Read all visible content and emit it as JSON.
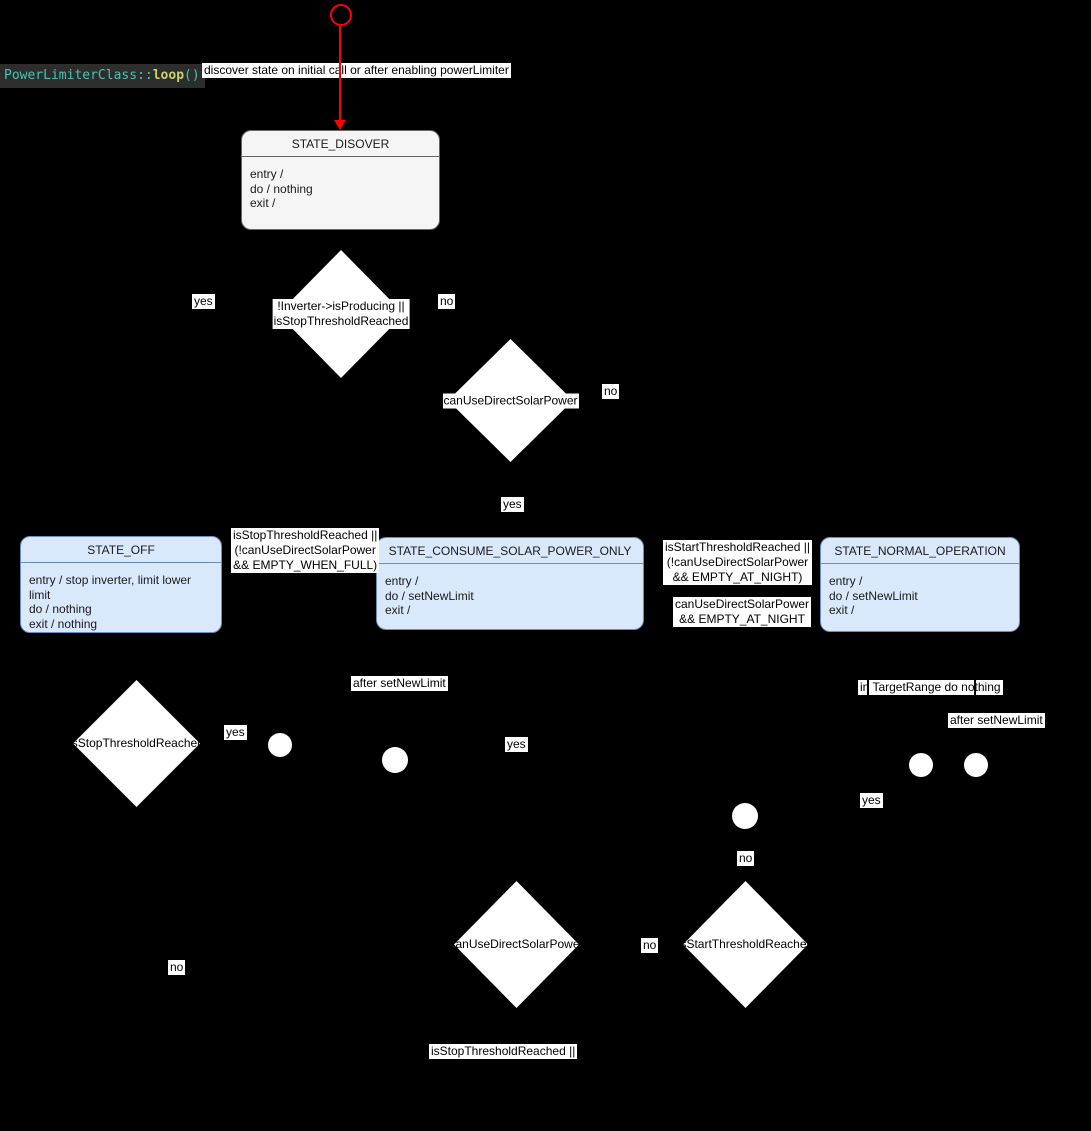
{
  "colors": {
    "diagram_bg": "#000000",
    "label_bg": "#ffffff",
    "initial_red": "#ff0000",
    "state_blue_bg": "#dae8fc",
    "state_blue_border": "#6c8ebf",
    "state_gray_bg": "#f5f5f5",
    "state_gray_border": "#666666",
    "code_bg": "#2d2d2d",
    "code_class": "#45c6b2",
    "code_method": "#c9d36b"
  },
  "code_label": {
    "class_name": "PowerLimiterClass",
    "separator": "::",
    "method_name": "loop",
    "parens": "()"
  },
  "states": [
    {
      "title": "STATE_DISOVER",
      "lines": [
        "entry /",
        "do / nothing",
        "exit /"
      ]
    },
    {
      "title": "STATE_OFF",
      "lines": [
        "entry / stop inverter, limit lower limit",
        "do / nothing",
        "exit / nothing"
      ]
    },
    {
      "title": "STATE_CONSUME_SOLAR_POWER_ONLY",
      "lines": [
        "entry /",
        "do / setNewLimit",
        "exit /"
      ]
    },
    {
      "title": "STATE_NORMAL_OPERATION",
      "lines": [
        "entry /",
        "do / setNewLimit",
        "exit /"
      ]
    }
  ],
  "decisions": [
    {
      "lines": [
        "!Inverter->isProducing ||",
        "isStopThresholdReached"
      ]
    },
    {
      "lines": [
        "canUseDirectSolarPower"
      ]
    },
    {
      "lines": [
        "isStopThresholdReached"
      ]
    },
    {
      "lines": [
        "canUseDirectSolarPower"
      ]
    },
    {
      "lines": [
        "isStartThresholdReached"
      ]
    }
  ],
  "edge_labels": {
    "discover": "discover state on initial call or after enabling powerLimiter",
    "d1_yes": "yes",
    "d1_no": "no",
    "d2_no": "no",
    "d2_yes": "yes",
    "guard_to_off": [
      "isStopThresholdReached ||",
      "(!canUseDirectSolarPower",
      "&& EMPTY_WHEN_FULL)"
    ],
    "guard_to_normal": [
      "isStartThresholdReached ||",
      "(!canUseDirectSolarPower",
      "&& EMPTY_AT_NIGHT)"
    ],
    "guard_to_solar": [
      "canUseDirectSolarPower",
      "&& EMPTY_AT_NIGHT"
    ],
    "after_set_new_limit_left": "after setNewLimit",
    "d3_yes": "yes",
    "mid_yes": "yes",
    "in_target_range": "in TargetRange do nothing",
    "after_set_new_limit_right": "after setNewLimit",
    "right_yes": "yes",
    "junction_no": "no",
    "d4_no": "no",
    "left_no": "no",
    "partial_guard": "isStopThresholdReached ||"
  }
}
